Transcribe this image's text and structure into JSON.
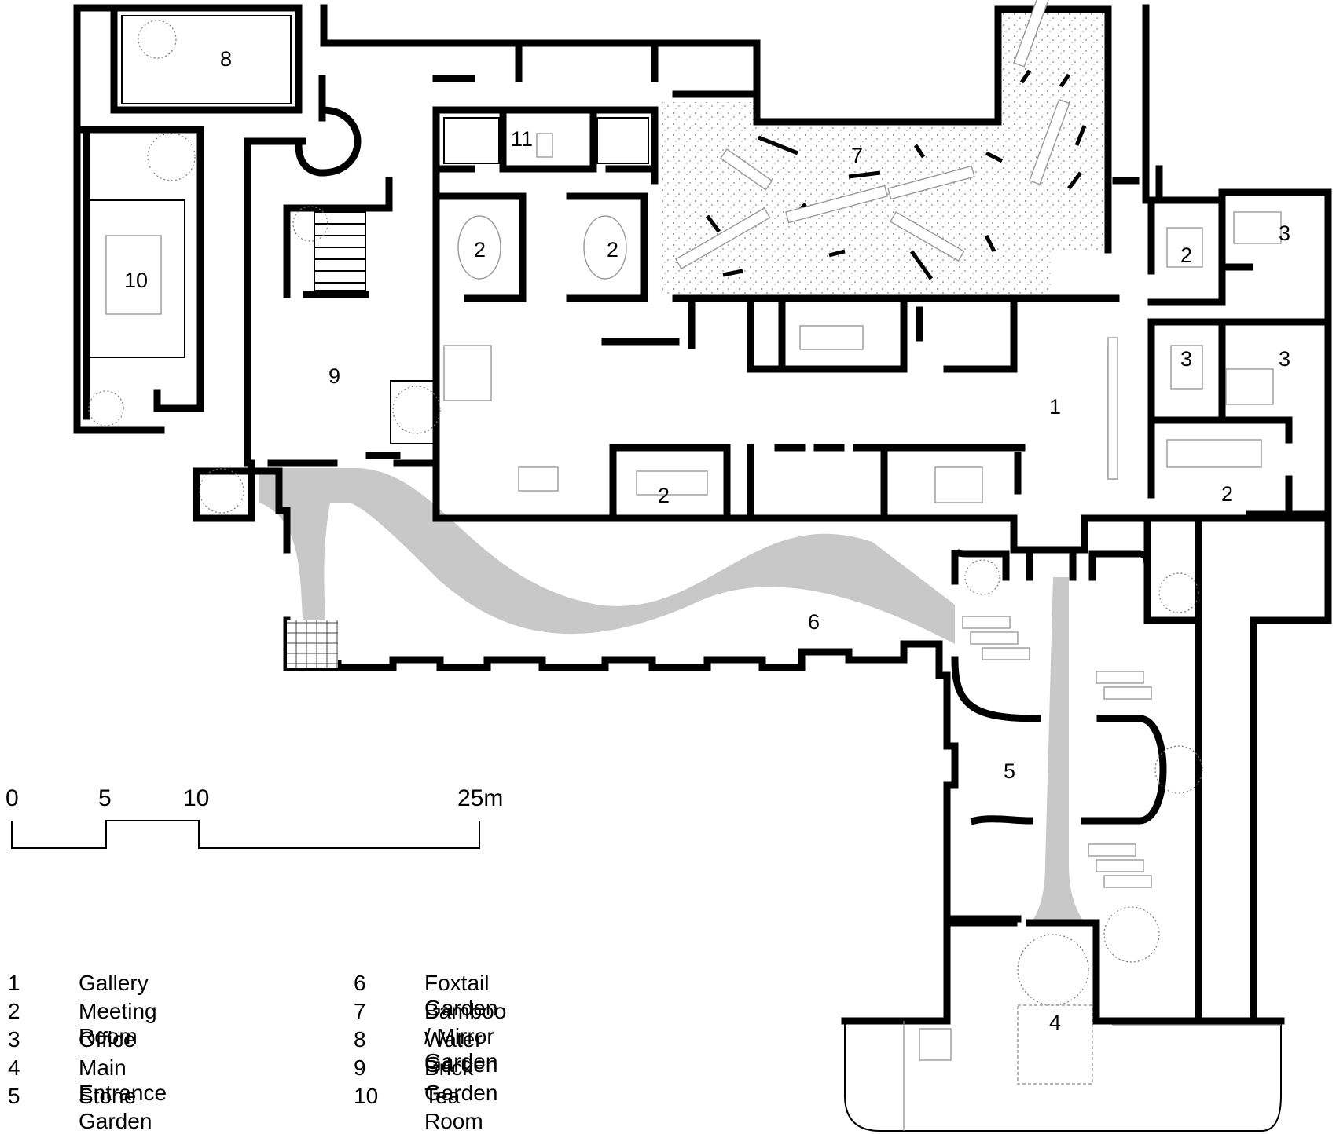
{
  "rooms": [
    {
      "num": "1"
    },
    {
      "num": "2"
    },
    {
      "num": "2"
    },
    {
      "num": "2"
    },
    {
      "num": "2"
    },
    {
      "num": "2"
    },
    {
      "num": "3"
    },
    {
      "num": "3"
    },
    {
      "num": "3"
    },
    {
      "num": "4"
    },
    {
      "num": "5"
    },
    {
      "num": "6"
    },
    {
      "num": "7"
    },
    {
      "num": "8"
    },
    {
      "num": "9"
    },
    {
      "num": "10"
    },
    {
      "num": "11"
    }
  ],
  "scale": {
    "ticks": [
      "0",
      "5",
      "10",
      "25m"
    ]
  },
  "legend": [
    {
      "num": "1",
      "label": "Gallery"
    },
    {
      "num": "2",
      "label": "Meeting Room"
    },
    {
      "num": "3",
      "label": "Office"
    },
    {
      "num": "4",
      "label": "Main Entrance"
    },
    {
      "num": "5",
      "label": "Stone Garden"
    },
    {
      "num": "6",
      "label": "Foxtail Garden"
    },
    {
      "num": "7",
      "label": "Bamboo / Mirror Garden"
    },
    {
      "num": "8",
      "label": "Water Garden"
    },
    {
      "num": "9",
      "label": "Brick Garden"
    },
    {
      "num": "10",
      "label": "Tea Room"
    }
  ]
}
